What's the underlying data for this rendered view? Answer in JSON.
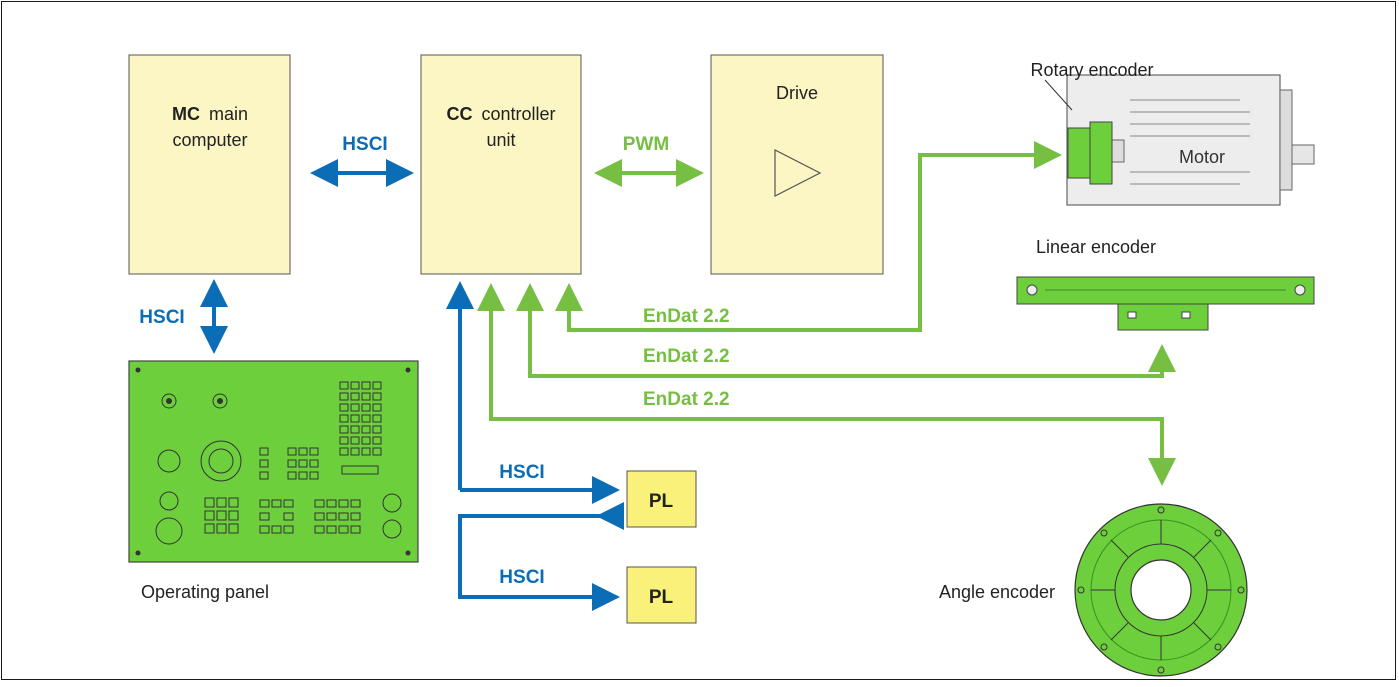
{
  "blocks": {
    "mc": {
      "bold": "MC",
      "rest": "main",
      "line2": "computer"
    },
    "cc": {
      "bold": "CC",
      "rest": "controller",
      "line2": "unit"
    },
    "drive": {
      "label": "Drive"
    },
    "pl_top": {
      "label": "PL"
    },
    "pl_bottom": {
      "label": "PL"
    }
  },
  "links": {
    "hsci_mc_cc": "HSCI",
    "hsci_mc_panel": "HSCI",
    "pwm": "PWM",
    "endat_rotary": "EnDat 2.2",
    "endat_linear": "EnDat 2.2",
    "endat_angle": "EnDat 2.2",
    "hsci_pl_top": "HSCI",
    "hsci_pl_bottom": "HSCI"
  },
  "devices": {
    "rotary_encoder": "Rotary encoder",
    "motor": "Motor",
    "linear_encoder": "Linear encoder",
    "operating_panel": "Operating panel",
    "angle_encoder": "Angle encoder"
  },
  "colors": {
    "block_fill": "#fbf6c4",
    "pl_fill": "#f9f17a",
    "hsci_blue": "#0a6db5",
    "endat_green": "#76bf43",
    "device_green": "#6dcf3c"
  }
}
